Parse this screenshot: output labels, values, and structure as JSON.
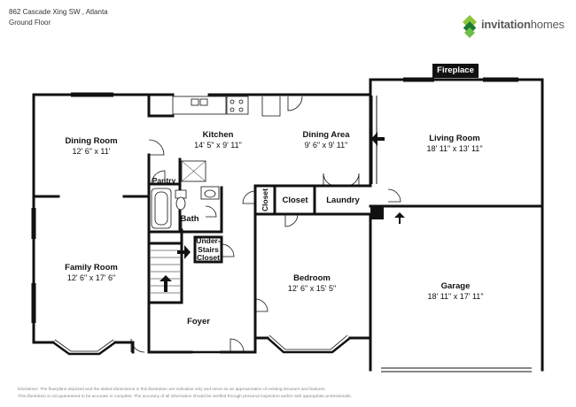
{
  "header": {
    "address": "862 Cascade Xing SW , Atlanta",
    "floor": "Ground Floor"
  },
  "logo": {
    "brand_part1": "invitation",
    "brand_part2": "homes",
    "colors": [
      "#8cc63f",
      "#3fa535",
      "#1e7b34",
      "#6cbf4a"
    ]
  },
  "rooms": {
    "dining_room": {
      "name": "Dining Room",
      "dims": "12' 6\" x 11'"
    },
    "kitchen": {
      "name": "Kitchen",
      "dims": "14' 5\" x 9' 11\""
    },
    "dining_area": {
      "name": "Dining Area",
      "dims": "9' 6\" x 9' 11\""
    },
    "living_room": {
      "name": "Living Room",
      "dims": "18' 11\" x 13' 11\""
    },
    "pantry": {
      "name": "Pantry"
    },
    "bath": {
      "name": "Bath"
    },
    "closet_a": {
      "name": "Closet"
    },
    "closet_b": {
      "name": "Closet"
    },
    "laundry": {
      "name": "Laundry"
    },
    "under_stairs": {
      "name_line1": "Under-",
      "name_line2": "Stairs",
      "name_line3": "Closet"
    },
    "family_room": {
      "name": "Family Room",
      "dims": "12' 6\" x 17' 6\""
    },
    "bedroom": {
      "name": "Bedroom",
      "dims": "12' 6\" x 15' 5\""
    },
    "garage": {
      "name": "Garage",
      "dims": "18' 11\" x 17' 11\""
    },
    "foyer": {
      "name": "Foyer"
    },
    "fireplace": {
      "name": "Fireplace"
    }
  },
  "disclaimer": {
    "line1": "Disclaimer: The floorplans depicted and the stated dimensions in this illustration are indicative only and serve as an approximation of existing structure and features.",
    "line2": "This illustration is not guaranteed to be accurate or complete. The accuracy of all information should be verified through personal inspection and/or with appropriate professionals."
  }
}
